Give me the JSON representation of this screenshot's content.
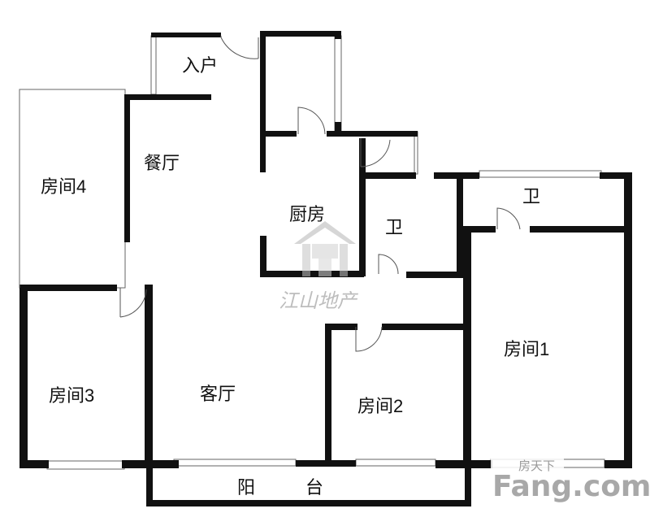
{
  "rooms": {
    "entry": "入户",
    "dining": "餐厅",
    "kitchen": "厨房",
    "bath_center": "卫",
    "bath_right": "卫",
    "room1": "房间1",
    "room2": "房间2",
    "room3": "房间3",
    "room4": "房间4",
    "living": "客厅",
    "balcony_1": "阳",
    "balcony_2": "台"
  },
  "watermark": {
    "text": "江山地产",
    "icon": "house-logo-icon"
  },
  "brand": {
    "top": "房天下",
    "main": "Fang.com"
  }
}
